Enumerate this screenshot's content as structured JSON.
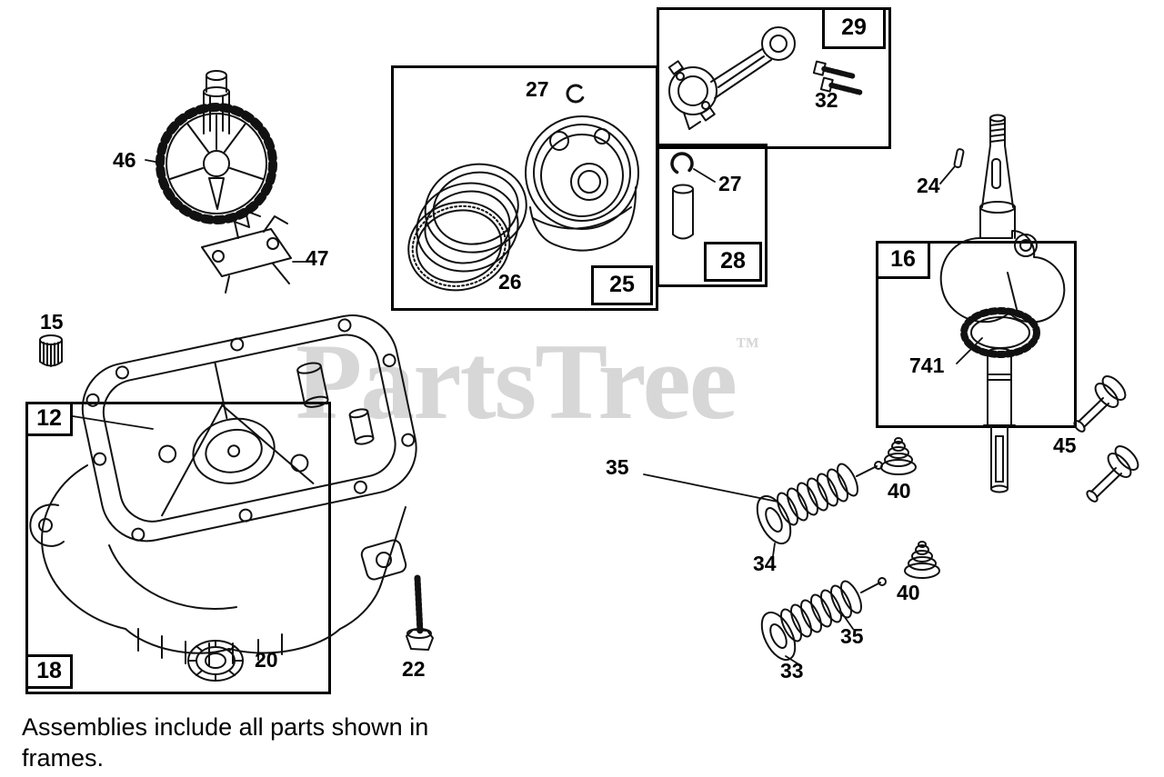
{
  "watermark": {
    "text": "PartsTree",
    "tm": "™"
  },
  "note": "Assemblies include all parts shown in frames.",
  "callouts": {
    "c12": "12",
    "c15": "15",
    "c16": "16",
    "c18": "18",
    "c20": "20",
    "c22": "22",
    "c24": "24",
    "c25": "25",
    "c26": "26",
    "c27a": "27",
    "c27b": "27",
    "c28": "28",
    "c29": "29",
    "c32": "32",
    "c33": "33",
    "c34": "34",
    "c35a": "35",
    "c35b": "35",
    "c40a": "40",
    "c40b": "40",
    "c45": "45",
    "c46": "46",
    "c47": "47",
    "c741": "741"
  },
  "colors": {
    "line": "#111111",
    "watermark": "#d7d7d7",
    "background": "#ffffff"
  }
}
